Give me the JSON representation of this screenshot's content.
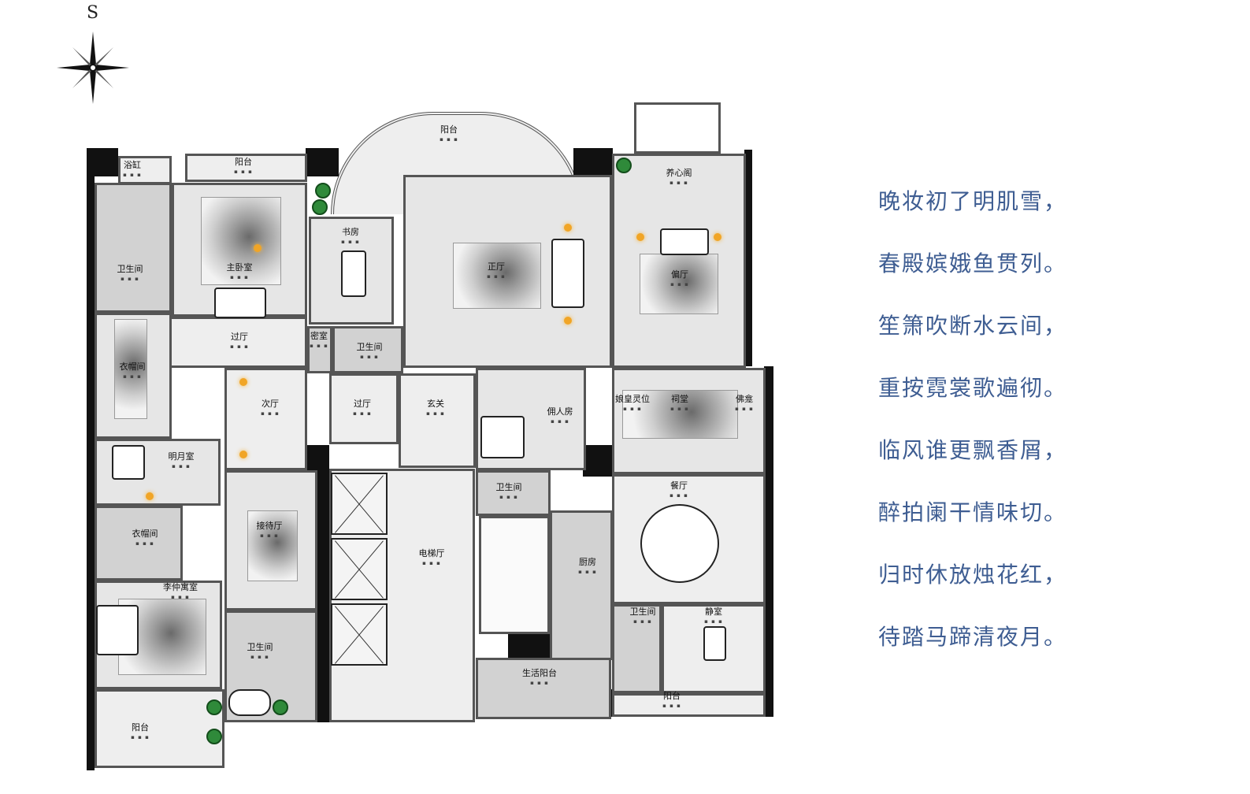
{
  "compass": {
    "direction_label": "S"
  },
  "rooms": {
    "bathtub": "浴缸",
    "balcony_nw": "阳台",
    "master_bath": "卫生间",
    "master_bedroom": "主卧室",
    "closet_1": "衣帽间",
    "study": "书房",
    "balcony_arc": "阳台",
    "main_hall": "正厅",
    "yangxin_pavilion": "养心阁",
    "side_hall": "偏厅",
    "corridor_1": "过厅",
    "secret_room": "密室",
    "bath_small": "卫生间",
    "second_hall": "次厅",
    "corridor_2": "过厅",
    "foyer": "玄关",
    "servant_room": "佣人房",
    "empress_tablet": "娘皇灵位",
    "ancestral_hall": "祠堂",
    "buddha_shrine": "佛龛",
    "mingyue_room": "明月室",
    "closet_2": "衣帽间",
    "reception_hall": "接待厅",
    "lizhong_room": "李仲寓室",
    "bath_3": "卫生间",
    "balcony_sw": "阳台",
    "elevator_hall": "电梯厅",
    "bath_4": "卫生间",
    "kitchen": "厨房",
    "utility_balcony": "生活阳台",
    "dining_hall": "餐厅",
    "bath_5": "卫生间",
    "quiet_room": "静室",
    "balcony_se": "阳台"
  },
  "poem": [
    "晚妆初了明肌雪，",
    "春殿嫔娥鱼贯列。",
    "笙箫吹断水云间，",
    "重按霓裳歌遍彻。",
    "临风谁更飘香屑，",
    "醉拍阑干情味切。",
    "归时休放烛花红，",
    "待踏马蹄清夜月。"
  ],
  "colors": {
    "poem": "#3e5d92",
    "lamp": "#f1a526",
    "plant": "#2f8a3a"
  }
}
